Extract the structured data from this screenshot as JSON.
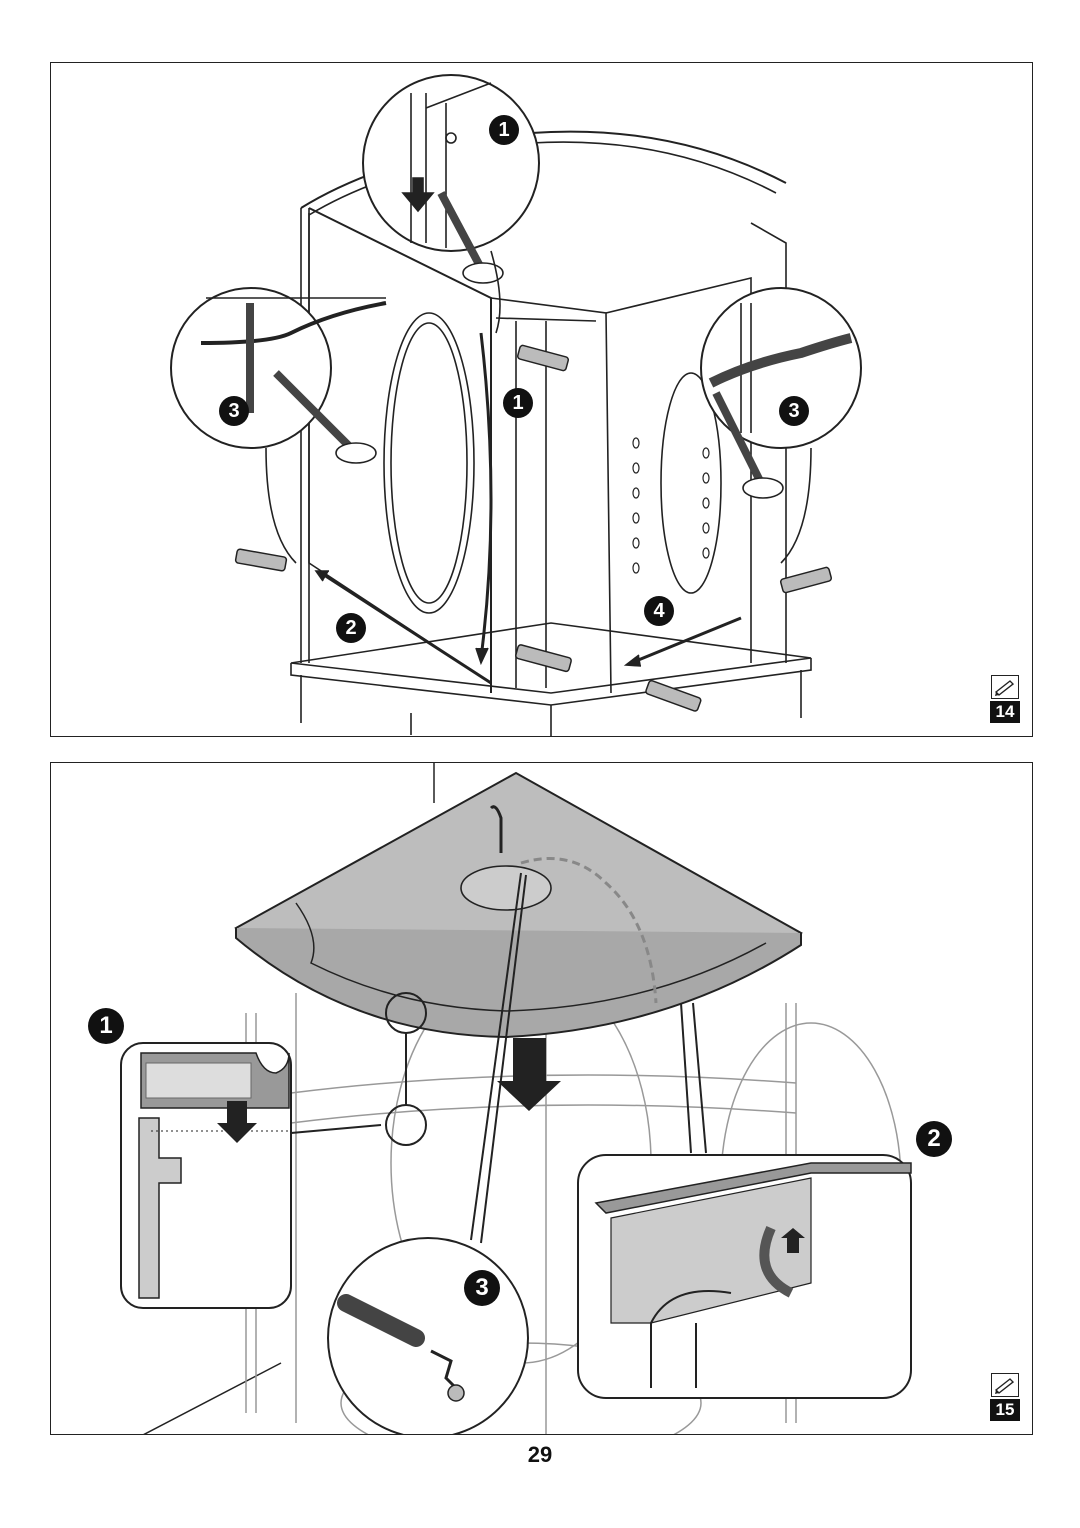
{
  "figures": [
    {
      "number": "14",
      "steps": [
        "1",
        "1",
        "2",
        "3",
        "3",
        "4"
      ],
      "icon": "pencil-icon"
    },
    {
      "number": "15",
      "steps": [
        "1",
        "2",
        "3"
      ],
      "icon": "pencil-icon"
    }
  ],
  "page": {
    "number": "29"
  }
}
